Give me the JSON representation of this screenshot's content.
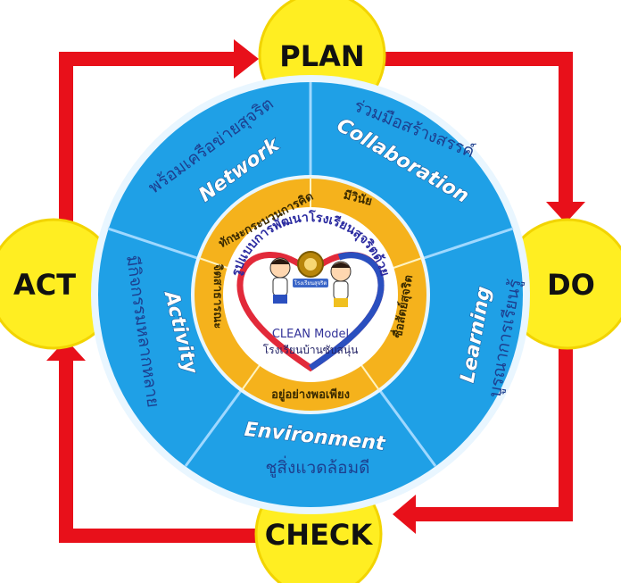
{
  "cycle": {
    "plan": "PLAN",
    "do": "DO",
    "check": "CHECK",
    "act": "ACT"
  },
  "segments": {
    "network": {
      "en": "Network",
      "th": "พร้อมเครือข่ายสุจริต"
    },
    "collaboration": {
      "en": "Collaboration",
      "th": "ร่วมมือสร้างสรรค์"
    },
    "learning": {
      "en": "Learning",
      "th": "บูรณาการเรียนรู้"
    },
    "environment": {
      "en": "Environment",
      "th": "ชูสิ่งแวดล้อมดี"
    },
    "activity": {
      "en": "Activity",
      "th": "มีกิจกรรมหลากหลาย"
    }
  },
  "inner_ring": {
    "thinking": "ทักษะกระบวนการคิด",
    "discipline": "มีวินัย",
    "honesty": "ซื่อสัตย์สุจริต",
    "sufficiency": "อยู่อย่างพอเพียง",
    "public_mind": "จิตสาธารณะ"
  },
  "center": {
    "arc_title": "รูปแบบการพัฒนาโรงเรียนสุจริตด้วย",
    "model": "CLEAN Model",
    "school": "โรงเรียนบ้านซับสนุ่น",
    "logo_text": "โรงเรียนสุจริต"
  },
  "colors": {
    "arrow_red": "#e8101a",
    "node_yellow": "#ffee22",
    "segment_blue": "#1fa0e6",
    "inner_gold": "#f5b21c",
    "segment_divider": "#9fd8ff"
  }
}
